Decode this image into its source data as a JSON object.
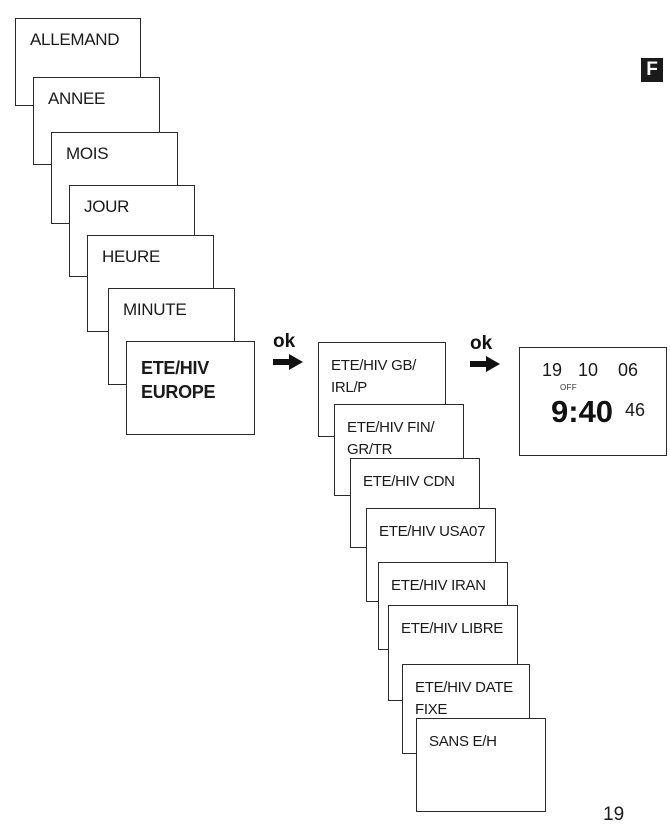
{
  "menu_left": [
    {
      "label": "ALLEMAND"
    },
    {
      "label": "ANNEE"
    },
    {
      "label": "MOIS"
    },
    {
      "label": "JOUR"
    },
    {
      "label": "HEURE"
    },
    {
      "label": "MINUTE"
    },
    {
      "label": "ETE/HIV\nEUROPE",
      "selected": true
    }
  ],
  "menu_dst": [
    {
      "label": "ETE/HIV GB/\nIRL/P"
    },
    {
      "label": "ETE/HIV FIN/\nGR/TR"
    },
    {
      "label": "ETE/HIV CDN"
    },
    {
      "label": "ETE/HIV USA07"
    },
    {
      "label": "ETE/HIV IRAN"
    },
    {
      "label": "ETE/HIV LIBRE"
    },
    {
      "label": "ETE/HIV DATE\nFIXE"
    },
    {
      "label": "SANS E/H"
    }
  ],
  "ok_labels": {
    "first": "ok",
    "second": "ok"
  },
  "display": {
    "day": "19",
    "month": "10",
    "year": "06",
    "off_label": "OFF",
    "time": "9:40",
    "seconds": "46"
  },
  "language_badge": "F",
  "page_number": "19",
  "colors": {
    "line": "#2a2a2a",
    "text": "#1a1a1a",
    "badge_bg": "#1a1a1a"
  }
}
